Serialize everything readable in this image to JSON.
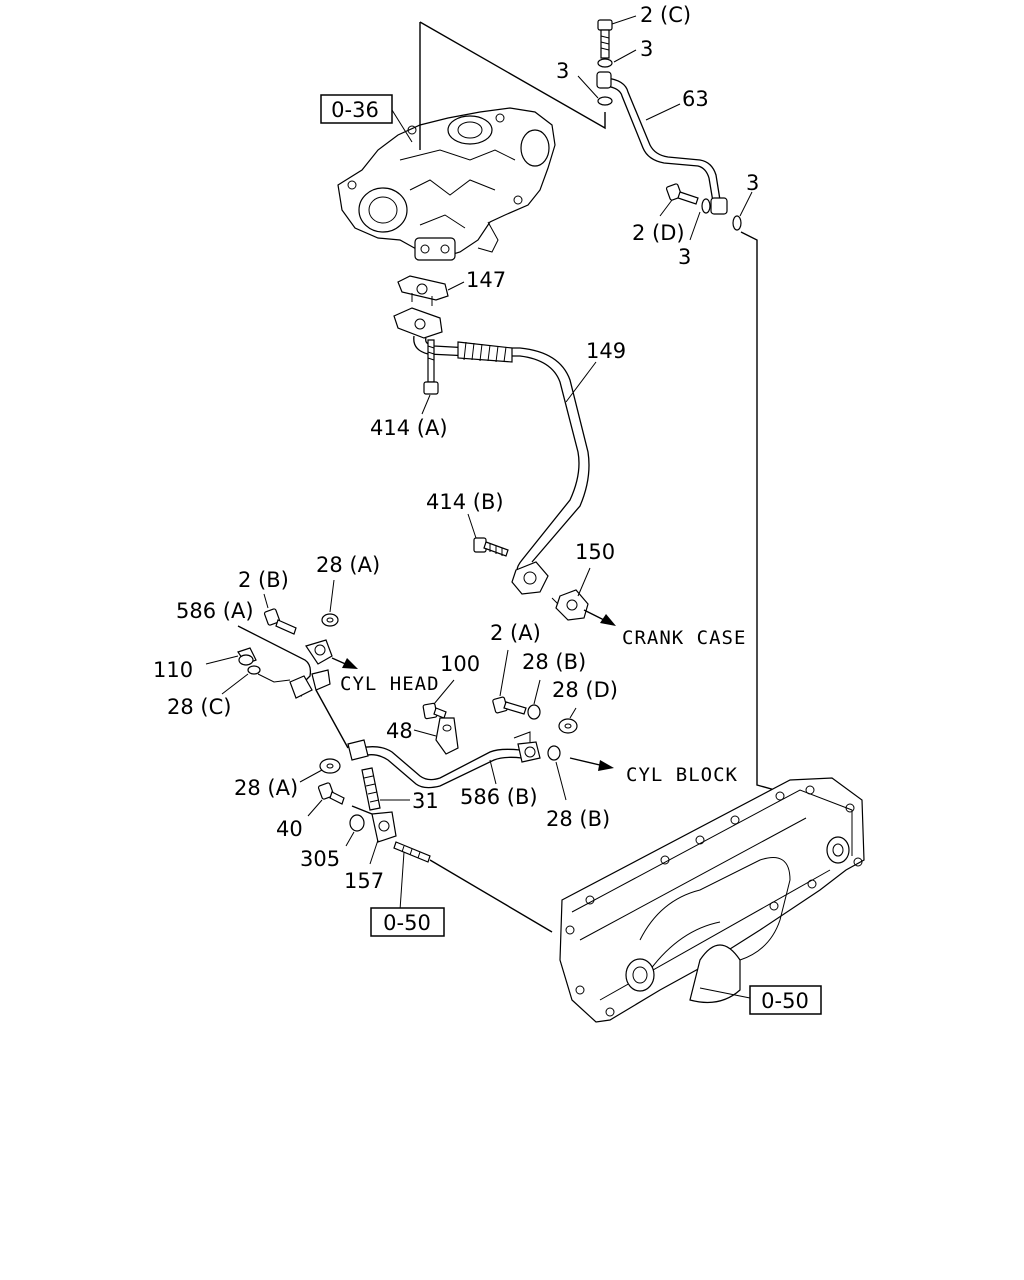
{
  "callouts": {
    "c2c": "2 (C)",
    "c3a": "3",
    "c3b": "3",
    "c63": "63",
    "c3c": "3",
    "c2d": "2 (D)",
    "c3d": "3",
    "c147": "147",
    "c149": "149",
    "c414a": "414 (A)",
    "c414b": "414 (B)",
    "c150": "150",
    "c2b": "2 (B)",
    "c28a1": "28 (A)",
    "c586a": "586 (A)",
    "c110": "110",
    "c28c": "28 (C)",
    "c100": "100",
    "c2a": "2 (A)",
    "c28b1": "28 (B)",
    "c28d": "28 (D)",
    "c48": "48",
    "c28a2": "28 (A)",
    "c31": "31",
    "c586b": "586 (B)",
    "c28b2": "28 (B)",
    "c40": "40",
    "c305": "305",
    "c157": "157"
  },
  "refs": {
    "r036": "0-36",
    "r050a": "0-50",
    "r050b": "0-50"
  },
  "directions": {
    "crank": "CRANK CASE",
    "cylhead": "CYL HEAD",
    "cylblock": "CYL BLOCK"
  }
}
